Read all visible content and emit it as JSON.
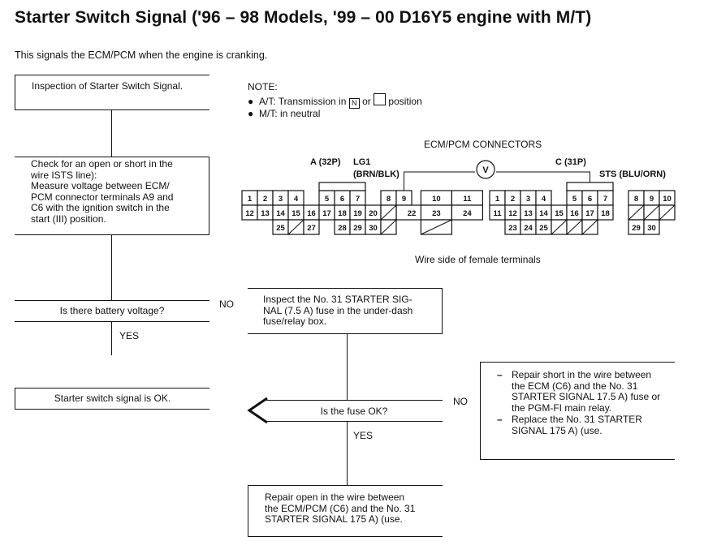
{
  "title": "Starter Switch Signal ('96 – 98 Models, '99 – 00 D16Y5 engine with M/T)",
  "subtitle": "This signals the ECM/PCM when the engine is cranking.",
  "flow": {
    "inspection": "Inspection of Starter Switch Signal.",
    "check_lines": [
      "Check for an open or short in the",
      "wire ISTS line):",
      "Measure voltage between ECM/",
      "PCM connector terminals A9 and",
      "C6 with the ignition switch in the",
      "start (III) position."
    ],
    "question_voltage": "Is there battery voltage?",
    "yes1": "YES",
    "no1": "NO",
    "ok_result": "Starter switch signal is OK.",
    "inspect_fuse_lines": [
      "Inspect the No. 31 STARTER SIG-",
      "NAL (7.5 A) fuse in the under-dash",
      "fuse/relay box."
    ],
    "question_fuse": "Is the fuse OK?",
    "yes2": "YES",
    "no2": "NO",
    "repair_short": [
      "Repair short in the wire between the ECM (C6) and the No. 31 STARTER SIGNAL 17.5 A) fuse or the PGM-FI main relay.",
      "Replace the No. 31 STARTER SIGNAL 175 A) (use."
    ],
    "repair_open_lines": [
      "Repair open in the wire between",
      "the ECM/PCM (C6) and the No. 31",
      "STARTER SIGNAL 175 A) (use."
    ]
  },
  "note": {
    "heading": "NOTE:",
    "at_prefix": "A/T: Transmission in",
    "at_box_label": "N",
    "at_or": "or",
    "at_suffix": "position",
    "mt": "M/T: in neutral"
  },
  "connectors": {
    "title": "ECM/PCM CONNECTORS",
    "a_label": "A (32P)",
    "lg1_label": "LG1",
    "lg1_color": "(BRN/BLK)",
    "c_label": "C (31P)",
    "sts_label": "STS (BLU/ORN)",
    "meter_symbol": "V",
    "caption": "Wire side of female terminals",
    "a_row1": [
      "1",
      "2",
      "3",
      "4",
      "5",
      "6",
      "7",
      "8",
      "9",
      "10",
      "11"
    ],
    "a_row2": [
      "12",
      "13",
      "14",
      "15",
      "16",
      "17",
      "18",
      "19",
      "20",
      "22",
      "23",
      "24"
    ],
    "a_row3": [
      "25",
      "27",
      "28",
      "29",
      "30"
    ],
    "c_row1": [
      "1",
      "2",
      "3",
      "4",
      "5",
      "6",
      "7",
      "8",
      "9",
      "10"
    ],
    "c_row2": [
      "11",
      "12",
      "13",
      "14",
      "15",
      "16",
      "17",
      "18"
    ],
    "c_row3": [
      "23",
      "24",
      "25",
      "29",
      "30"
    ]
  }
}
